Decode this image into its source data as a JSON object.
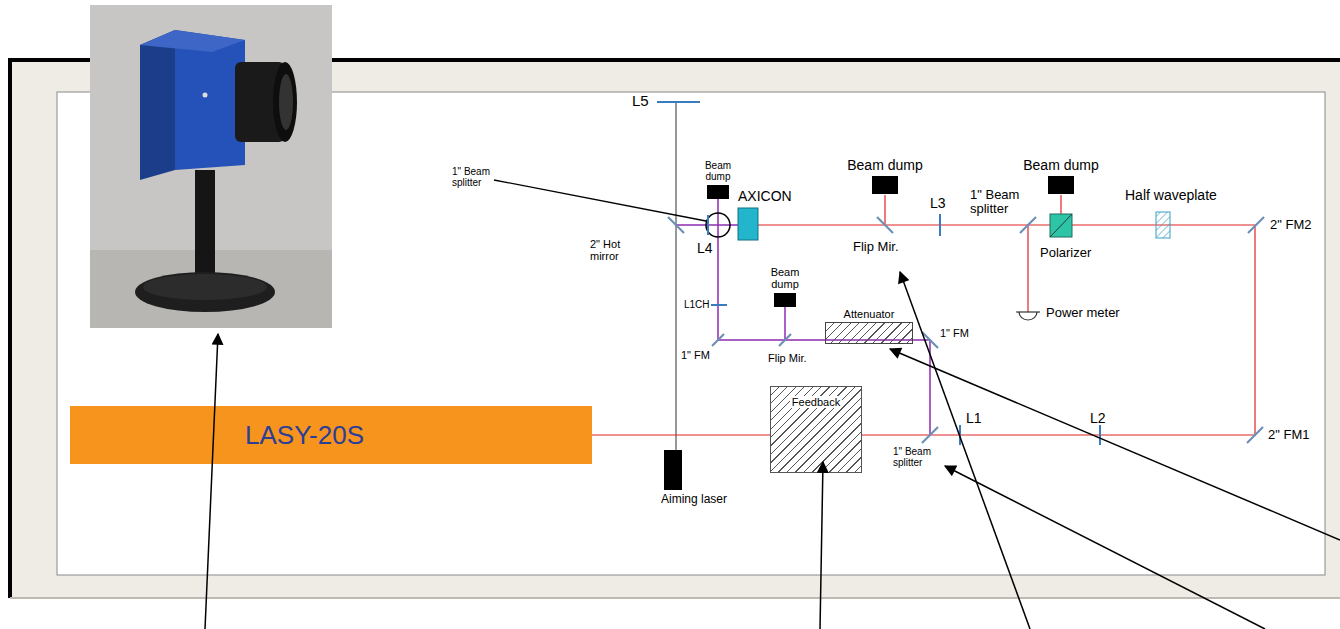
{
  "diagram": {
    "nodes": [
      {
        "text": [
          "Beam dump"
        ]
      },
      {
        "text": [
          "Beam dump"
        ]
      },
      {
        "text": [
          "Beam dump"
        ]
      },
      {
        "text": [
          "Beam dump"
        ]
      },
      {
        "text": [
          "Attenuator"
        ]
      },
      {
        "text": [
          "Feedback"
        ]
      },
      {
        "text": [
          "LASY-20S"
        ]
      },
      {
        "text": [
          "Aiming laser"
        ]
      }
    ],
    "edges": [
      {
        "from": 6,
        "to": 5,
        "arrow": "none"
      }
    ],
    "labels": [
      "L5",
      "1\" Beam splitter",
      "AXICON",
      "L3",
      "1\" Beam splitter",
      "Half waveplate",
      "2\" FM2",
      "2\" Hot mirror",
      "L4",
      "Flip Mir.",
      "Polarizer",
      "Power meter",
      "L1CH",
      "1\" FM",
      "Flip Mir.",
      "1\" FM",
      "L1",
      "L2",
      "2\" FM1",
      "1\" Beam splitter"
    ]
  }
}
